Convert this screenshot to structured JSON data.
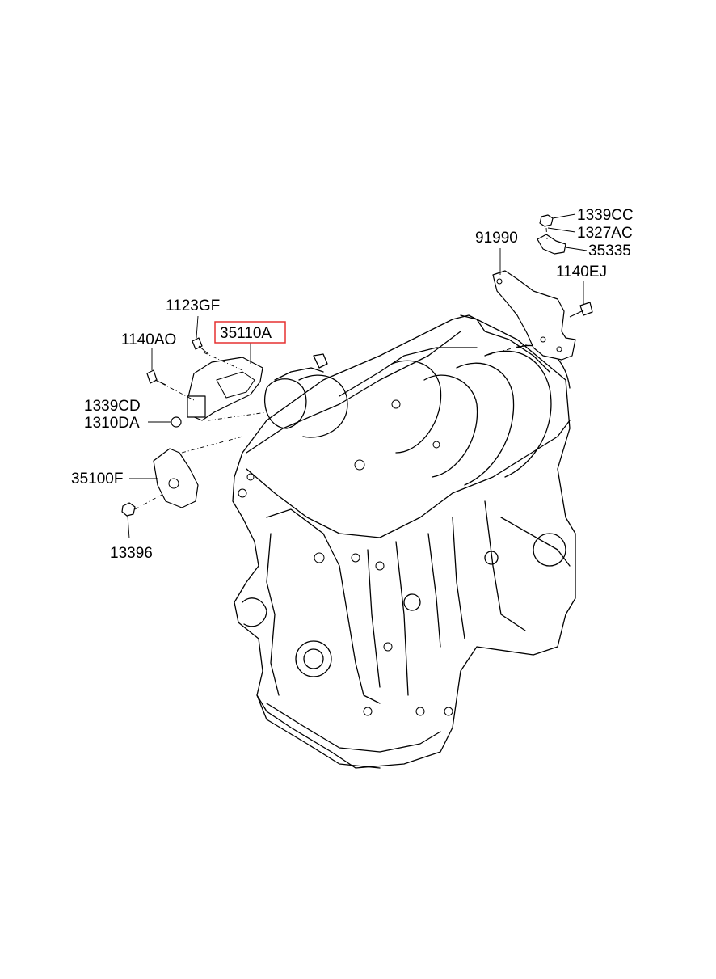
{
  "parts": [
    {
      "id": "1339CC"
    },
    {
      "id": "1327AC"
    },
    {
      "id": "35335"
    },
    {
      "id": "91990"
    },
    {
      "id": "1140EJ"
    },
    {
      "id": "1123GF"
    },
    {
      "id": "35110A",
      "highlighted": true
    },
    {
      "id": "1140AO"
    },
    {
      "id": "1339CD"
    },
    {
      "id": "1310DA"
    },
    {
      "id": "35100F"
    },
    {
      "id": "13396"
    }
  ],
  "colors": {
    "highlight": "#e53030",
    "line": "#000000",
    "background": "#ffffff"
  }
}
